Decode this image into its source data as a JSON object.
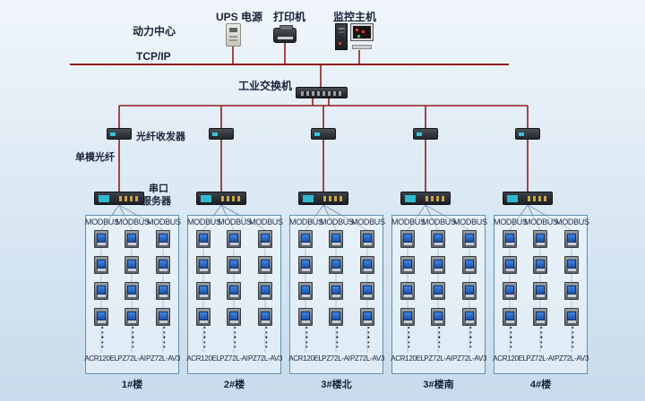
{
  "colors": {
    "canvas_top": "#f0f6fb",
    "canvas_bottom": "#c7dbec",
    "bus_line": "#8f1d1d",
    "wire_blue": "#7f98b8",
    "box_border": "#5e93ad",
    "meter_screen": "#2a6bd0"
  },
  "header": {
    "site_label": "动力中心",
    "ups_label": "UPS 电源",
    "printer_label": "打印机",
    "monitor_label": "监控主机",
    "network_label": "TCP/IP",
    "switch_label": "工业交换机"
  },
  "labels": {
    "fiber_transceiver": "光纤收发器",
    "single_mode_fiber": "单模光纤",
    "serial_server_line1": "串口",
    "serial_server_line2": "服务器",
    "ellipsis": "⋮\n⋮"
  },
  "groups": [
    {
      "building": "1#楼",
      "bus_labels": [
        "MODBUS",
        "MODBUS",
        "MODBUS"
      ],
      "meter_labels": [
        "ACR120EL",
        "PZ72L-AI",
        "PZ72L-AV3"
      ],
      "meters_per_column": 4
    },
    {
      "building": "2#楼",
      "bus_labels": [
        "MODBUS",
        "MODBUS",
        "MODBUS"
      ],
      "meter_labels": [
        "ACR120EL",
        "PZ72L-AI",
        "PZ72L-AV3"
      ],
      "meters_per_column": 4
    },
    {
      "building": "3#楼北",
      "bus_labels": [
        "MODBUS",
        "MODBUS",
        "MODBUS"
      ],
      "meter_labels": [
        "ACR120EL",
        "PZ72L-AI",
        "PZ72L-AV3"
      ],
      "meters_per_column": 4
    },
    {
      "building": "3#楼南",
      "bus_labels": [
        "MODBUS",
        "MODBUS",
        "MODBUS"
      ],
      "meter_labels": [
        "ACR120EL",
        "PZ72L-AI",
        "PZ72L-AV3"
      ],
      "meters_per_column": 4
    },
    {
      "building": "4#楼",
      "bus_labels": [
        "MODBUS",
        "MODBUS",
        "MODBUS"
      ],
      "meter_labels": [
        "ACR120EL",
        "PZ72L-AI",
        "PZ72L-AV3"
      ],
      "meters_per_column": 4
    }
  ]
}
